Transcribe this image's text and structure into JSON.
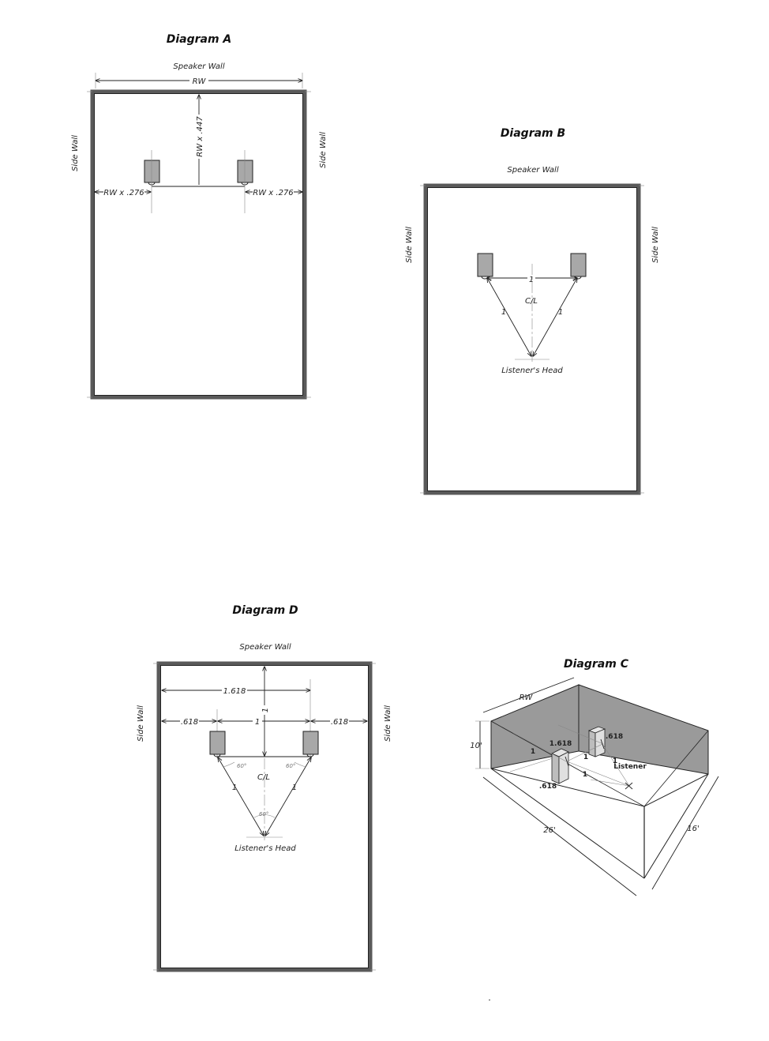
{
  "diagram_a": {
    "title": "Diagram A",
    "speaker_wall": "Speaker Wall",
    "side_wall_left": "Side Wall",
    "side_wall_right": "Side Wall",
    "rw": "RW",
    "depth": "RW x .447",
    "left_offset": "RW x .276",
    "right_offset": "RW x .276"
  },
  "diagram_b": {
    "title": "Diagram B",
    "speaker_wall": "Speaker Wall",
    "side_wall_left": "Side Wall",
    "side_wall_right": "Side Wall",
    "between": "1",
    "left_side": "1",
    "right_side": "1",
    "centerline": "C/L",
    "listener": "Listener's Head"
  },
  "diagram_d": {
    "title": "Diagram D",
    "speaker_wall": "Speaker Wall",
    "side_wall_left": "Side Wall",
    "side_wall_right": "Side Wall",
    "wide": "1.618",
    "left_gap": ".618",
    "middle": "1",
    "right_gap": ".618",
    "depth": "1",
    "left_side": "1",
    "right_side": "1",
    "centerline": "C/L",
    "angle_left": "60°",
    "angle_right": "60°",
    "angle_bottom": "60°",
    "listener": "Listener's Head"
  },
  "diagram_c": {
    "title": "Diagram C",
    "rw": "RW",
    "height": "10'",
    "length": "26'",
    "width": "16'",
    "golden": "1.618",
    "gap_front": ".618",
    "gap_side": ".618",
    "one_a": "1",
    "one_b": "1",
    "one_c": "1",
    "one_d": "1",
    "listener": "Listener"
  }
}
